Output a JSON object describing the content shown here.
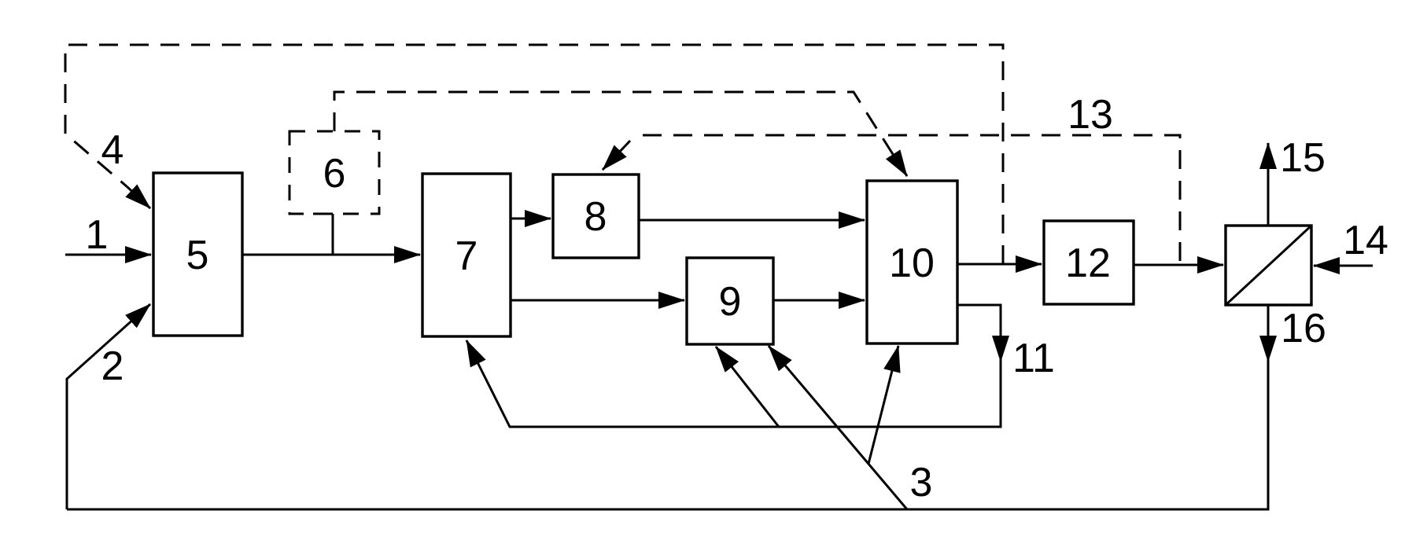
{
  "diagram": {
    "nodes": {
      "n5": {
        "label": "5",
        "border": "solid"
      },
      "n6": {
        "label": "6",
        "border": "dashed"
      },
      "n7": {
        "label": "7",
        "border": "solid"
      },
      "n8": {
        "label": "8",
        "border": "solid"
      },
      "n9": {
        "label": "9",
        "border": "solid"
      },
      "n10": {
        "label": "10",
        "border": "solid"
      },
      "n12": {
        "label": "12",
        "border": "solid"
      },
      "separator": {
        "label": "",
        "border": "solid",
        "symbol": "square-with-diagonal"
      }
    },
    "stream_labels": {
      "s1": "1",
      "s2": "2",
      "s3": "3",
      "s4": "4",
      "s11": "11",
      "s13": "13",
      "s14": "14",
      "s15": "15",
      "s16": "16"
    },
    "colors": {
      "line": "#000000",
      "background": "#ffffff"
    }
  }
}
